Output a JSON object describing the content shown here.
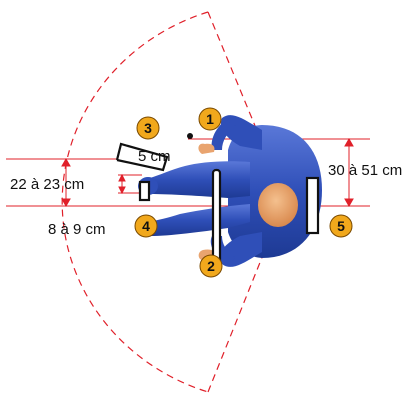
{
  "colors": {
    "dimension_line": "#e0202a",
    "badge_fill": "#f1a81c",
    "body_blue": "#2f4fb8",
    "skin": "#e9a46f",
    "bar": "#111111"
  },
  "labels": {
    "reach_width": "22 à 23 cm",
    "pad_depth": "5 cm",
    "pad_gap": "8 à 9 cm",
    "support_width": "30 à 51 cm"
  },
  "badges": [
    "1",
    "2",
    "3",
    "4",
    "5"
  ]
}
